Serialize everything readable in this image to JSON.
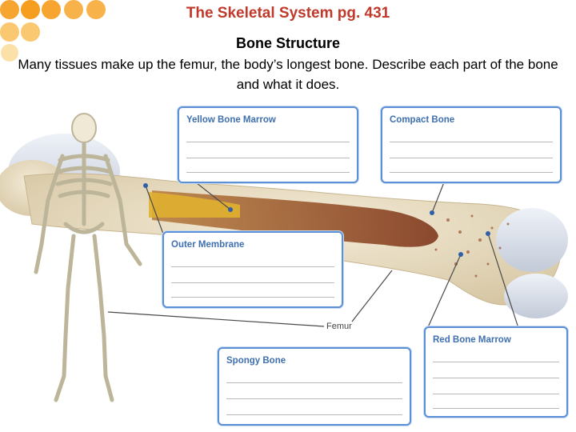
{
  "header": {
    "title": "The Skeletal System pg. 431",
    "subtitle": "Bone Structure",
    "instructions": "Many tissues make up the femur, the body’s longest bone. Describe each part of the bone and what it does."
  },
  "diagram": {
    "femur_label": "Femur",
    "labels": {
      "yellow_marrow": "Yellow Bone Marrow",
      "compact_bone": "Compact Bone",
      "outer_membrane": "Outer Membrane",
      "spongy_bone": "Spongy Bone",
      "red_marrow": "Red Bone Marrow"
    }
  },
  "colors": {
    "title": "#c0392b",
    "box_border": "#5b8fd6",
    "box_title": "#3e6fb0",
    "bone": "#e9dcc0",
    "marrow": "#8b3a1a",
    "yellow_marrow": "#e0b030",
    "dots": "#f7a531"
  }
}
